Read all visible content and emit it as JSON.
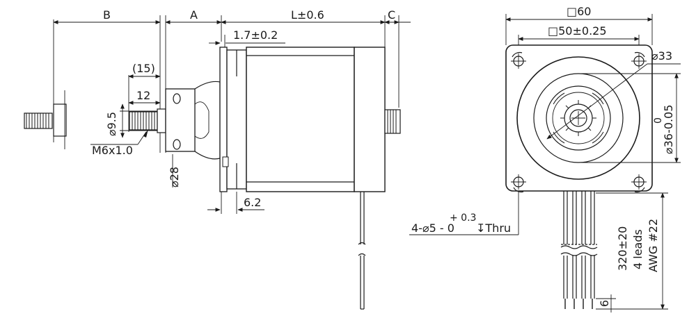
{
  "side_view": {
    "dim_b": "B",
    "dim_a": "A",
    "dim_l": "L±0.6",
    "dim_c": "C",
    "flange_thickness": "1.7±0.2",
    "shaft_length_ref": "(15)",
    "thread_length": "12",
    "shaft_diameter": "⌀9.5",
    "thread_spec": "M6x1.0",
    "boss_diameter": "⌀28",
    "rear_offset": "6.2"
  },
  "front_view": {
    "body_square": "□60",
    "hole_spacing": "□50±0.25",
    "hole_circle": "⌀33",
    "pilot_tol_upper": "0",
    "pilot_diameter": "⌀36-0.05",
    "mount_holes": "4-⌀5 - 0",
    "mount_tol_upper": "+ 0.3",
    "mount_depth": "↧Thru",
    "lead_length": "320±20",
    "lead_count": "4 leads",
    "lead_gauge": "AWG #22",
    "strip_length": "6"
  }
}
